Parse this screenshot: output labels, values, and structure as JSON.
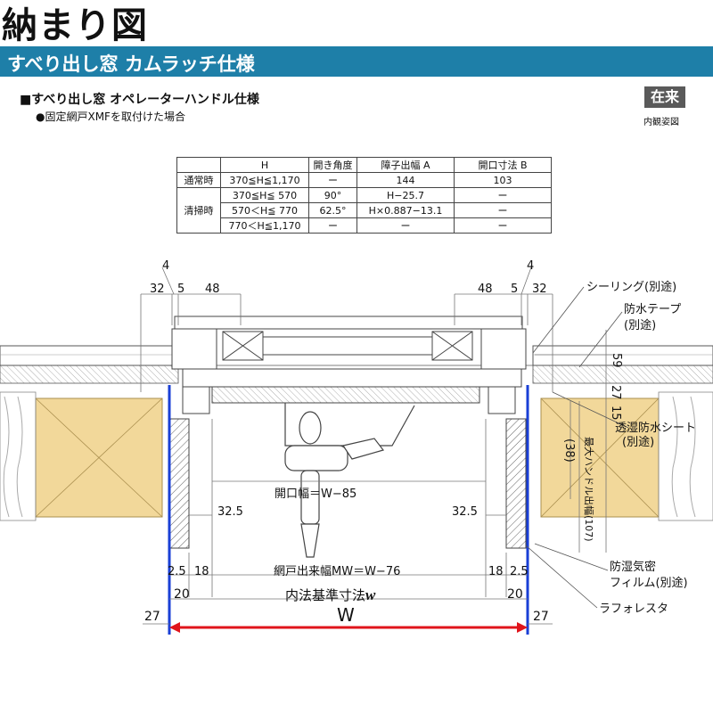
{
  "page_title": "納まり図",
  "banner": "すべり出し窓 カムラッチ仕様",
  "section_title": "■すべり出し窓 オペレーターハンドル仕様",
  "section_note": "●固定網戸XMFを取付けた場合",
  "badge": "在来",
  "badge_sub": "内観姿図",
  "table": {
    "headers": [
      "",
      "H",
      "開き角度",
      "障子出幅 A",
      "開口寸法 B"
    ],
    "row_normal": {
      "label": "通常時",
      "h": "370≦H≦1,170",
      "angle": "ー",
      "a": "144",
      "b": "103"
    },
    "row_clean_label": "清掃時",
    "rows_clean": [
      {
        "h": "370≦H≦ 570",
        "angle": "90°",
        "a": "H−25.7",
        "b": "ー"
      },
      {
        "h": "570＜H≦ 770",
        "angle": "62.5°",
        "a": "H×0.887−13.1",
        "b": "ー"
      },
      {
        "h": "770＜H≦1,170",
        "angle": "ー",
        "a": "ー",
        "b": "ー"
      }
    ]
  },
  "dims": {
    "d4_left": "4",
    "d32_left": "32",
    "d5_left": "5",
    "d48_left": "48",
    "d48_right": "48",
    "d5_right": "5",
    "d32_right": "32",
    "d4_right": "4",
    "d59": "59",
    "d27_right": "27",
    "d15": "15",
    "d38": "(38)",
    "d107": "最大ハンドル出幅(107)",
    "opening_width": "開口幅＝W−85",
    "d32_5_left": "32.5",
    "d32_5_right": "32.5",
    "d2_5_left": "2.5",
    "d18_left": "18",
    "screen_width": "網戸出来幅MW＝W−76",
    "d18_right": "18",
    "d2_5_right": "2.5",
    "d20_left": "20",
    "d20_right": "20",
    "inner_std": "内法基準寸法",
    "inner_std_sym": "w",
    "d27_left": "27",
    "W": "W",
    "d27_bottom_right": "27"
  },
  "callouts": {
    "sealing": "シーリング(別途)",
    "waterproof_tape_1": "防水テープ",
    "waterproof_tape_2": "(別途)",
    "moisture_sheet_1": "透湿防水シート",
    "moisture_sheet_2": "(別途)",
    "vapor_film_1": "防湿気密",
    "vapor_film_2": "フィルム(別途)",
    "lath": "ラフォレスタ"
  },
  "colors": {
    "banner": "#1e7fa8",
    "wood": "#f2d89a",
    "frame_blue": "#1a3fd6",
    "arrow_red": "#e0141b"
  }
}
